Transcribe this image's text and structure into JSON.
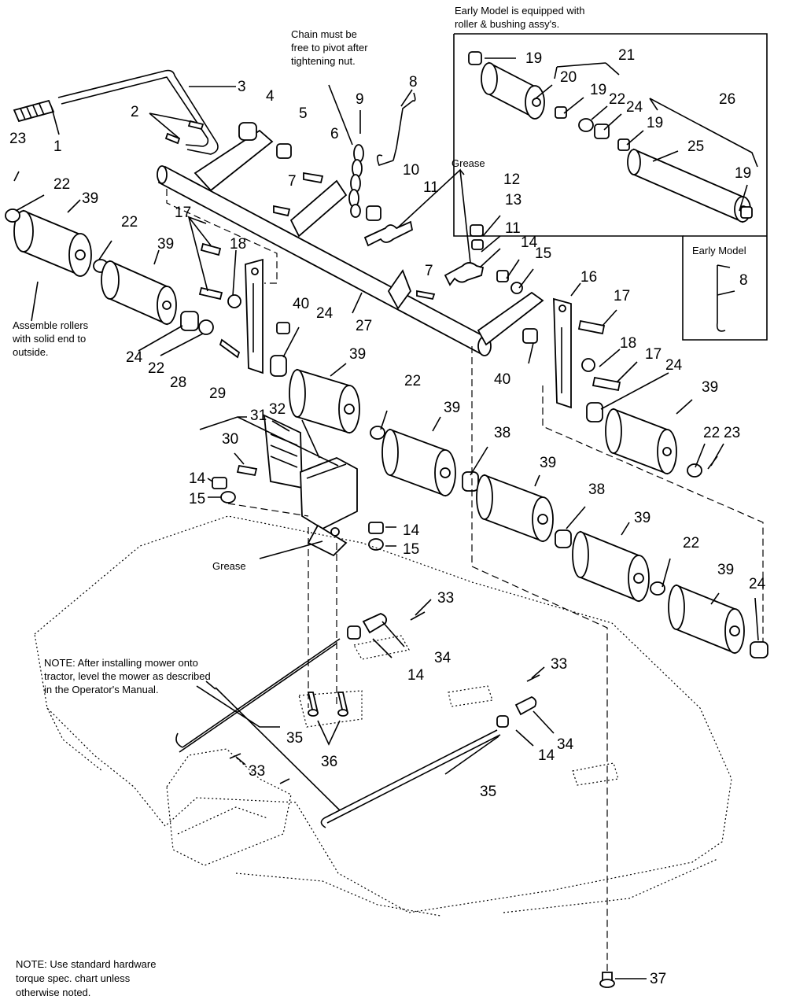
{
  "notes": {
    "early_model_header": [
      "Early Model is equipped with",
      "roller & bushing assy's."
    ],
    "chain": [
      "Chain must be",
      "free to pivot after",
      "tightening nut."
    ],
    "grease": "Grease",
    "early_model_box": "Early Model",
    "assemble": [
      "Assemble rollers",
      "with solid end to",
      "outside."
    ],
    "level": [
      "NOTE: After installing mower onto",
      "tractor, level the mower as described",
      "in the Operator's Manual."
    ],
    "torque": [
      "NOTE: Use standard hardware",
      "torque spec. chart unless",
      "otherwise noted."
    ]
  },
  "callouts": [
    "1",
    "2",
    "3",
    "4",
    "5",
    "6",
    "7",
    "8",
    "9",
    "10",
    "11",
    "12",
    "13",
    "14",
    "15",
    "16",
    "17",
    "18",
    "19",
    "20",
    "21",
    "22",
    "23",
    "24",
    "25",
    "26",
    "27",
    "28",
    "29",
    "30",
    "31",
    "32",
    "33",
    "34",
    "35",
    "36",
    "37",
    "38",
    "39",
    "40"
  ]
}
